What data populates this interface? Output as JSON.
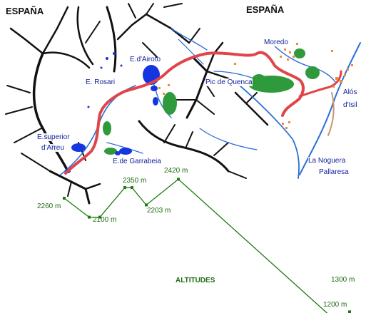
{
  "map": {
    "country_left": "ESPAÑA",
    "country_right": "ESPAÑA",
    "places": {
      "moredo": "Moredo",
      "e_airoto": "E.d'Airoto",
      "e_rosari": "E. Rosari",
      "pic_quenca": "Pic de Quenca",
      "alos": "Alós",
      "isil": "d'Isil",
      "e_superior_1": "E.superior",
      "e_superior_2": "d'Arreu",
      "e_garrabeia": "E.de Garrabeia",
      "noguera_1": "La Noguera",
      "noguera_2": "Pallaresa"
    },
    "colors": {
      "route": "#e0454a",
      "river": "#2c6fd8",
      "ridge": "#111111",
      "lake": "#1535e0",
      "forest": "#2f9a3c",
      "village": "#f08a3a",
      "profile": "#1e7a10"
    }
  },
  "profile": {
    "title": "ALTITUDES",
    "labels": {
      "p1": "2260 m",
      "p2": "2100 m",
      "p3": "2350 m",
      "p4": "2203 m",
      "p5": "2420 m",
      "p6": "1300 m",
      "p7": "1200 m"
    },
    "points": [
      {
        "alt": 2260
      },
      {
        "alt": 2100
      },
      {
        "alt": 2100
      },
      {
        "alt": 2350
      },
      {
        "alt": 2350
      },
      {
        "alt": 2203
      },
      {
        "alt": 2420
      },
      {
        "alt": 1200
      },
      {
        "alt": 1300
      }
    ]
  }
}
